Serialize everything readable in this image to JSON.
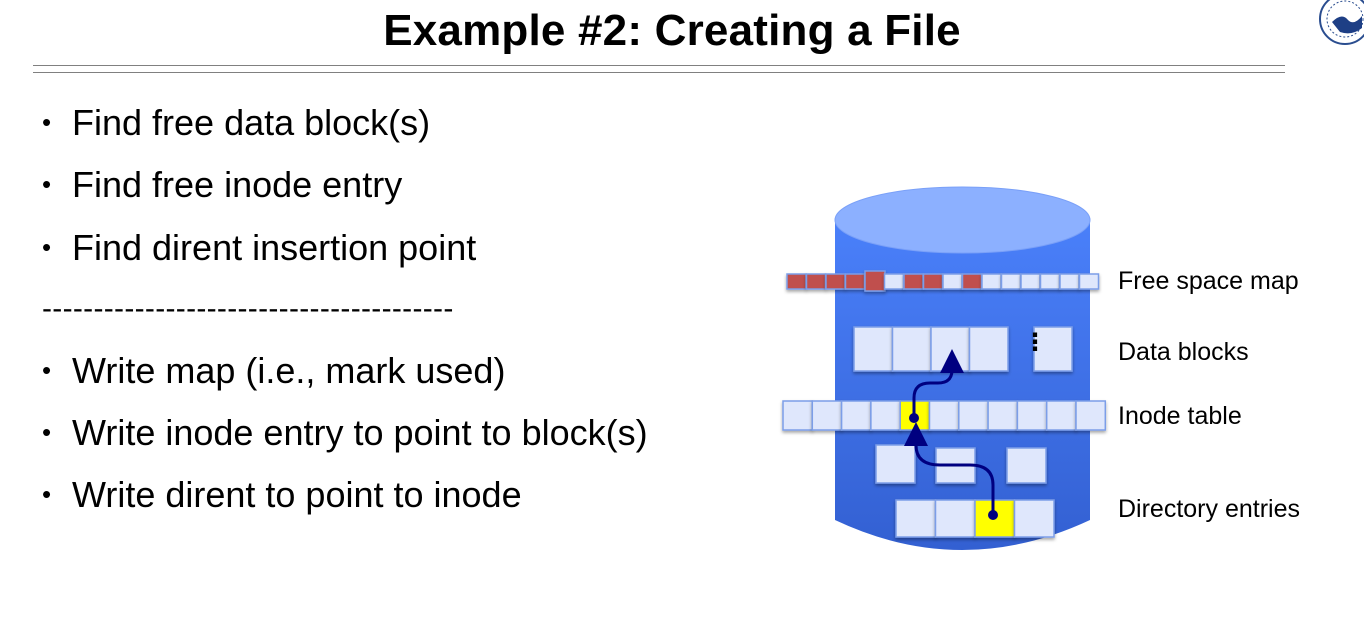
{
  "slide": {
    "title": "Example #2: Creating a File",
    "find_steps": [
      "Find free data block(s)",
      "Find free inode entry",
      "Find dirent insertion point"
    ],
    "divider": "----------------------------------------",
    "write_steps": [
      "Write map (i.e., mark used)",
      "Write inode entry to point to block(s)",
      "Write dirent to point to inode"
    ],
    "bullet_glyph": "•"
  },
  "diagram": {
    "labels": {
      "free_space_map": "Free space map",
      "data_blocks": "Data blocks",
      "inode_table": "Inode table",
      "directory_entries": "Directory entries"
    },
    "free_space_map": [
      "used",
      "used",
      "used",
      "used",
      "used",
      "free",
      "used",
      "used",
      "free",
      "used",
      "free",
      "free",
      "free",
      "free",
      "free",
      "free"
    ],
    "data_blocks_visible": 5,
    "data_blocks_ellipsis": "⋮",
    "inode_table_count": 11,
    "inode_selected_index": 4,
    "directory_entries_count": 4,
    "directory_selected_index": 2,
    "colors": {
      "cylinder_top": "#8cb0ff",
      "cylinder_body": "#4a7ef5",
      "cylinder_body_dark": "#3462d0",
      "cell_free": "#dfe7fc",
      "cell_border": "#7c9ee8",
      "cell_used": "#c0504d",
      "cell_selected": "#ffff00",
      "pointer": "#000080"
    }
  }
}
